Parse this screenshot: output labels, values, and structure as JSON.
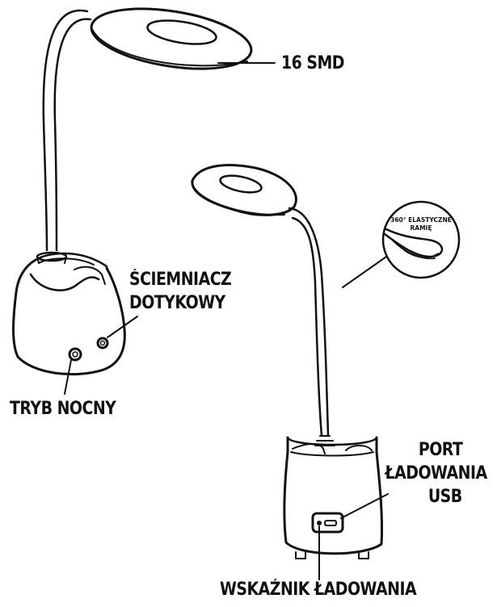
{
  "labels": {
    "smd": "16 SMD",
    "dimmer_line1": "ŚCIEMNIACZ",
    "dimmer_line2": "DOTYKOWY",
    "night_mode": "TRYB NOCNY",
    "port_line1": "PORT",
    "port_line2": "ŁADOWANIA",
    "port_line3": "USB",
    "indicator": "WSKAŹNIK ŁADOWANIA",
    "arm_line1": "360° ELASTYCZNE",
    "arm_line2": "RAMIĘ"
  },
  "colors": {
    "stroke": "#111111",
    "background": "#ffffff"
  }
}
